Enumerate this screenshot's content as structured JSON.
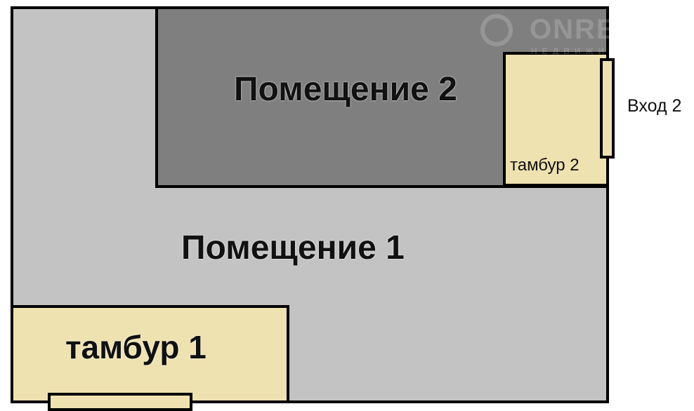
{
  "rooms": {
    "room1_label": "Помещение 1",
    "room2_label": "Помещение 2",
    "vestibule1_label": "тамбур 1",
    "vestibule2_label": "тамбур 2",
    "entrance2_label": "Вход 2"
  },
  "watermark": {
    "name": "ONREALT",
    "subtitle": "НЕДВИЖИМОСТЬ"
  },
  "colors": {
    "room1": "#c3c3c3",
    "room2": "#7f7f7f",
    "vestibule": "#efe2b1",
    "wall": "#000000"
  }
}
